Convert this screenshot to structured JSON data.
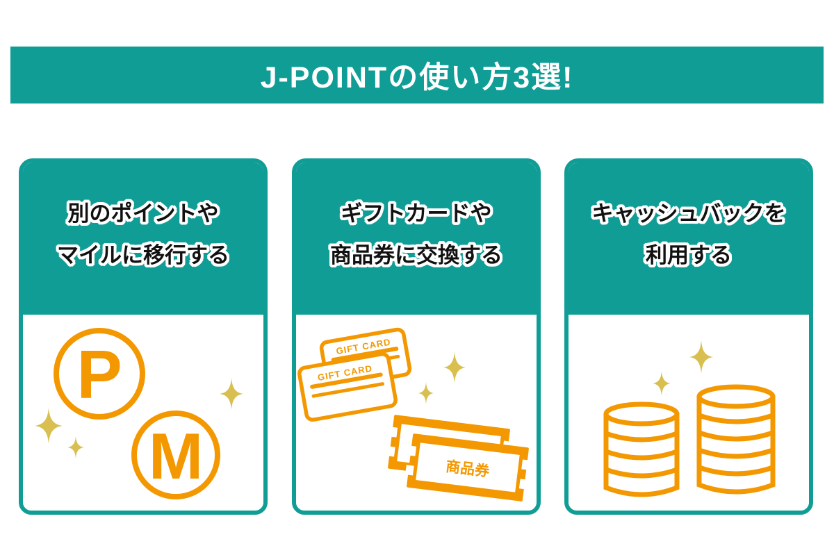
{
  "banner": {
    "title": "J-POINTの使い方3選!"
  },
  "cards": [
    {
      "title_line1": "別のポイントや",
      "title_line2": "マイルに移行する",
      "point_label": "P",
      "mile_label": "M"
    },
    {
      "title_line1": "ギフトカードや",
      "title_line2": "商品券に交換する",
      "gift_card_label": "GIFT CARD",
      "voucher_label": "商品券"
    },
    {
      "title_line1": "キャッシュバックを",
      "title_line2": "利用する"
    }
  ],
  "colors": {
    "teal": "#0f9d95",
    "orange": "#f39800",
    "gold": "#d9bf50",
    "banner_text": "#ffffff",
    "card_text": "#111111",
    "background": "#ffffff"
  }
}
